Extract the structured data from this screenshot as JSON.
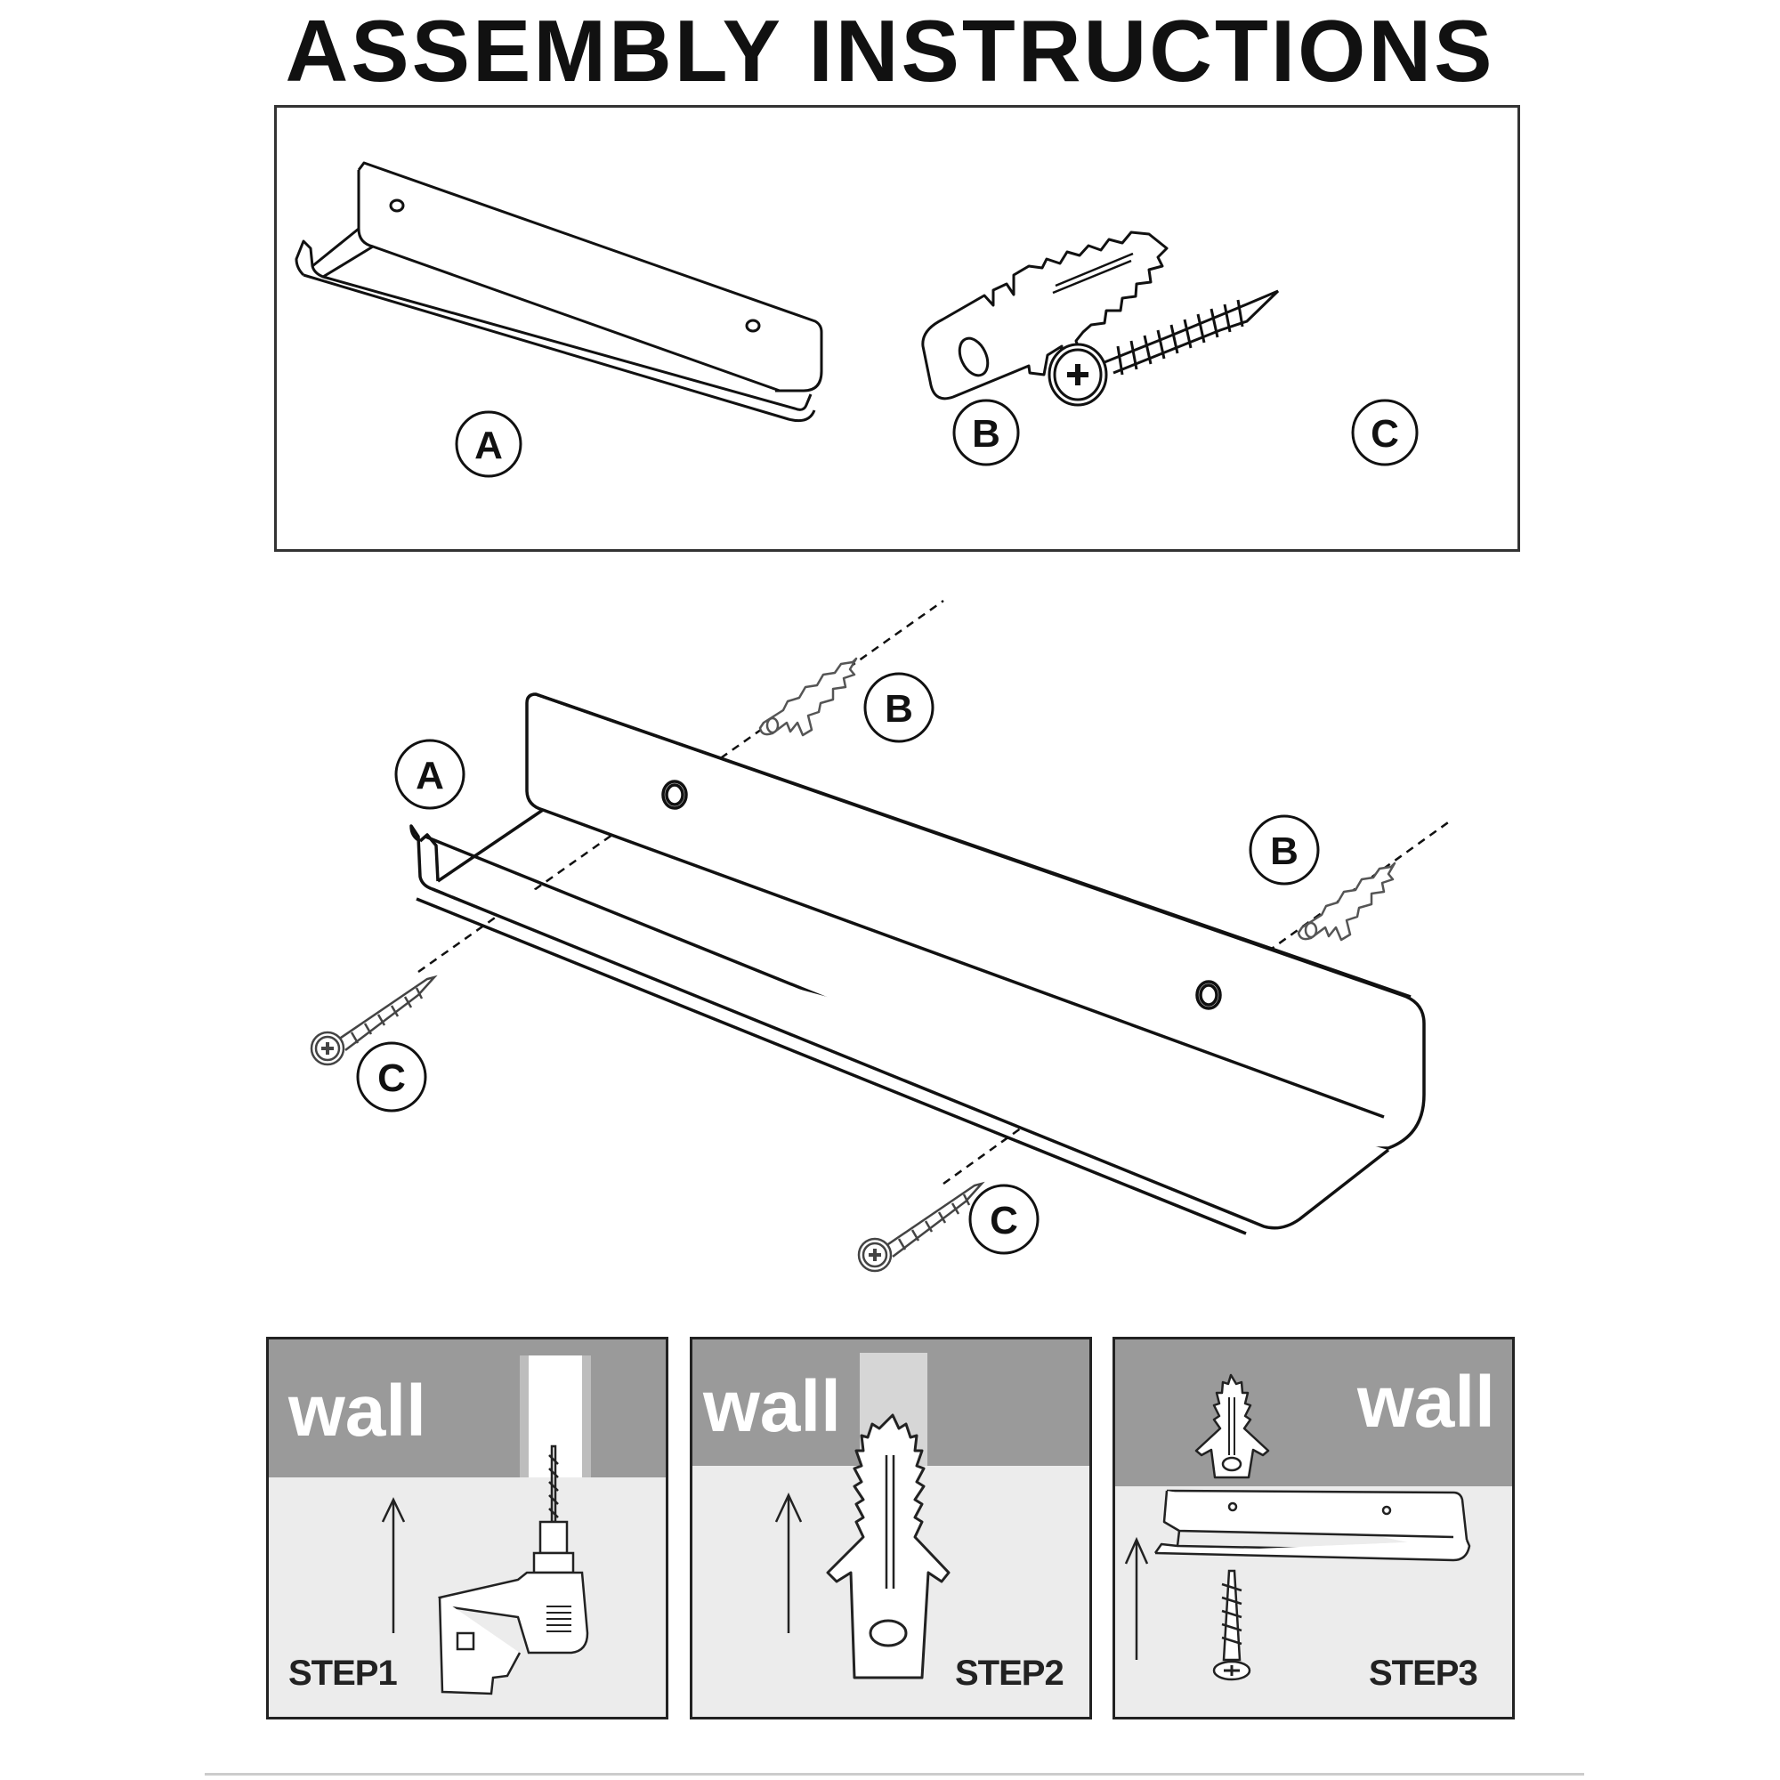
{
  "title": "ASSEMBLY INSTRUCTIONS",
  "parts": {
    "a_label": "A",
    "b_label": "B",
    "c_label": "C"
  },
  "exploded_view": {
    "shelf_label": "A",
    "anchor_left_label": "B",
    "anchor_right_label": "B",
    "screw_left_label": "C",
    "screw_right_label": "C"
  },
  "steps": [
    {
      "wall_label": "wall",
      "step_label": "STEP1"
    },
    {
      "wall_label": "wall",
      "step_label": "STEP2"
    },
    {
      "wall_label": "wall",
      "step_label": "STEP3"
    }
  ]
}
